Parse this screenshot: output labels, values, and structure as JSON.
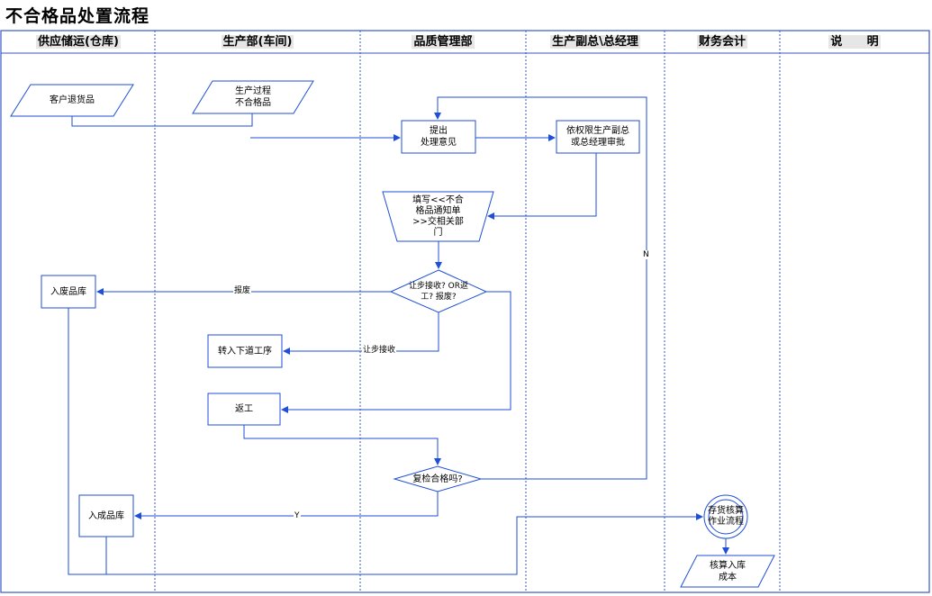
{
  "title": "不合格品处置流程",
  "lanes": [
    "供应储运(仓库)",
    "生产部(车间)",
    "品质管理部",
    "生产副总\\总经理",
    "财务会计",
    "说      明"
  ],
  "nodes": {
    "customer_return": "客户退货品",
    "production_nonconforming": "生产过程\n不合格品",
    "propose": "提出\n处理意见",
    "approve": "依权限生产副总\n或总经理审批",
    "notice": "填写<<不合\n格品通知单\n>>交相关部\n门",
    "decision": "让步接收? OR返\n工? 报废?",
    "scrap_warehouse": "入废品库",
    "next_process": "转入下道工序",
    "rework": "返工",
    "recheck": "复检合格吗?",
    "finished_warehouse": "入成品库",
    "inventory_flow": "存货核算\n作业流程",
    "cost_accounting": "核算入库\n成本"
  },
  "edge_labels": {
    "scrap": "报废",
    "concession": "让步接收",
    "no": "N",
    "yes": "Y"
  },
  "colors": {
    "line": "#1f4fd6",
    "lane_divider": "#3a57c8",
    "header_bg": "#e6e6e6"
  }
}
